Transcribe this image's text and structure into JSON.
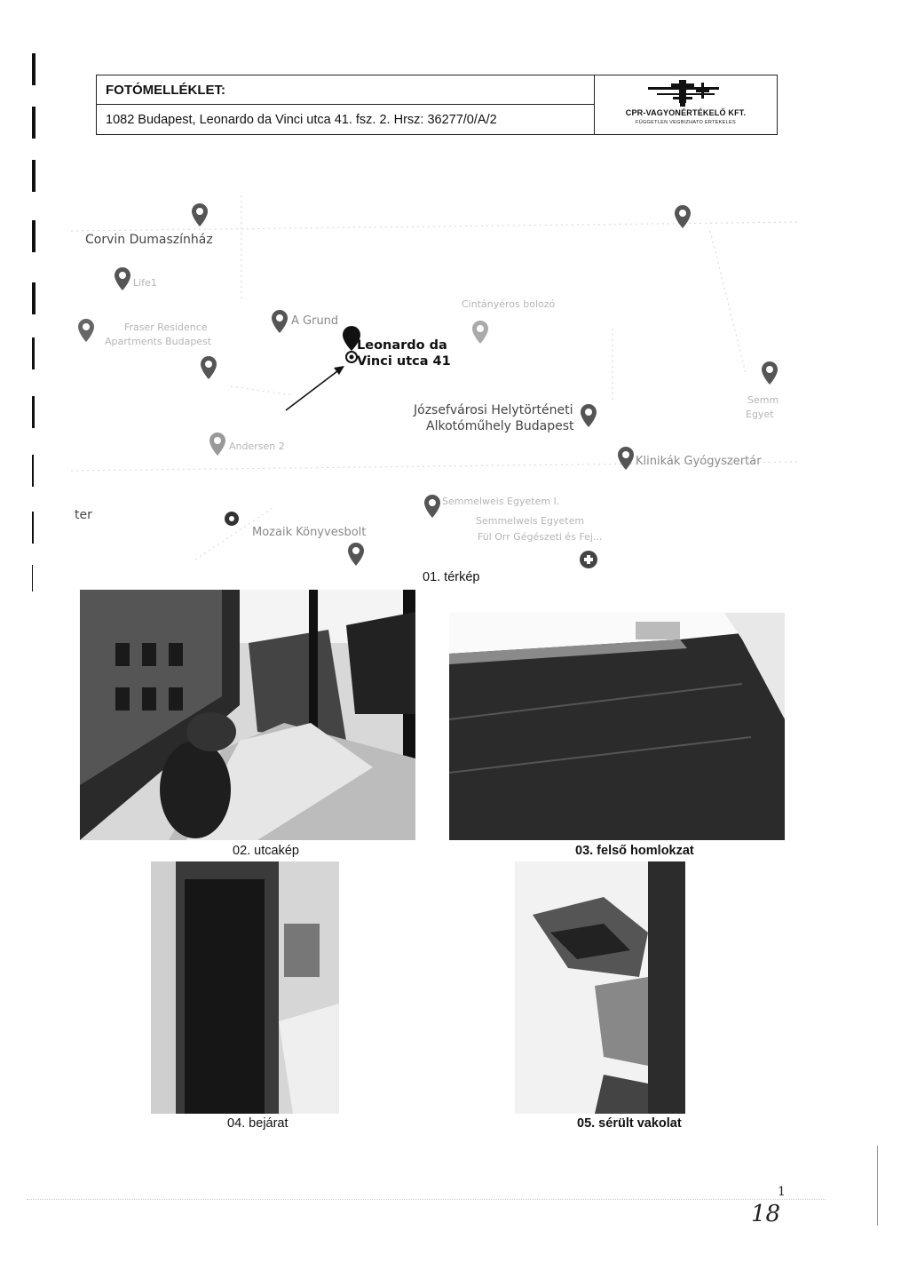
{
  "header": {
    "title": "FOTÓMELLÉKLET:",
    "address": "1082 Budapest, Leonardo da Vinci utca 41. fsz. 2. Hrsz: 36277/0/A/2",
    "logo": {
      "name": "CPR-VAGYONÉRTÉKELŐ KFT.",
      "tagline": "FÜGGETLEN VEGBIZHATO ERTEKELES"
    }
  },
  "map": {
    "target": {
      "line1": "Leonardo da",
      "line2": "Vinci utca 41"
    },
    "places": {
      "corvin": "Corvin Dumaszínház",
      "grund": "A Grund",
      "fraser1": "Fraser Residence",
      "fraser2": "Apartments Budapest",
      "lifel": "Life1",
      "cinka": "Cintányéros bolozó",
      "jozsef1": "Józsefvárosi Helytörténeti",
      "jozsef2": "Alkotóműhely Budapest",
      "andersen": "Andersen 2",
      "klinikak": "Klinikák Gyógyszertár",
      "sem1": "Semmelweis Egyetem I.",
      "sem2": "Semmelweis Egyetem",
      "sem3": "Fül Orr Gégészeti és Fej...",
      "mozaik": "Mozaik Könyvesbolt",
      "semr1": "Semm",
      "semr2": "Egyet",
      "ter": "ter"
    },
    "caption": "01. térkép"
  },
  "photos": [
    {
      "caption": "02. utcakép"
    },
    {
      "caption": "03. felső homlokzat"
    },
    {
      "caption": "04. bejárat"
    },
    {
      "caption": "05. sérült vakolat"
    }
  ],
  "footer": {
    "page_number": "1",
    "handwritten": "18"
  }
}
